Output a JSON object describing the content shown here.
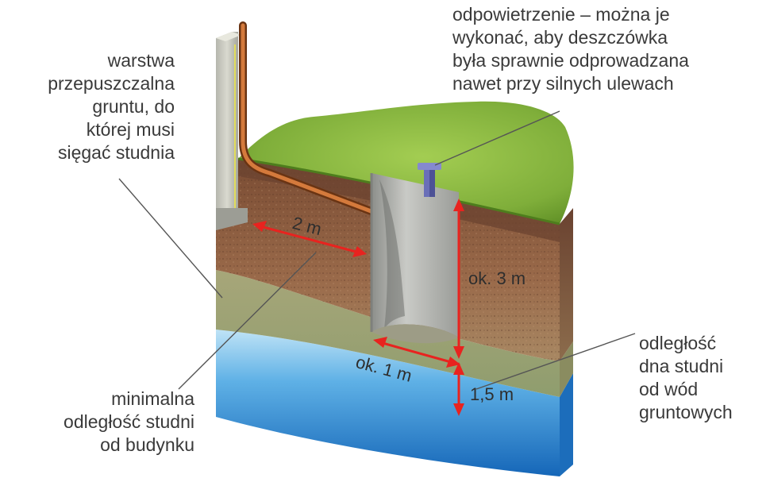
{
  "labels": {
    "vent": {
      "line1": "odpowietrzenie – można je",
      "line2": "wykonać, aby deszczówka",
      "line3": "była sprawnie odprowadzana",
      "line4": "nawet przy silnych ulewach"
    },
    "permeable_layer": {
      "line1": "warstwa",
      "line2": "przepuszczalna",
      "line3": "gruntu, do",
      "line4": "której musi",
      "line5": "sięgać studnia"
    },
    "min_distance": {
      "line1": "minimalna",
      "line2": "odległość studni",
      "line3": "od budynku"
    },
    "groundwater_distance": {
      "line1": "odległość",
      "line2": "dna studni",
      "line3": "od wód",
      "line4": "gruntowych"
    }
  },
  "dimensions": {
    "building_to_well": "2 m",
    "well_depth": "ok. 3 m",
    "well_diameter": "ok. 1 m",
    "bottom_to_groundwater": "1,5 m"
  },
  "colors": {
    "grass": "#7fae3a",
    "soil": "#8b5e3c",
    "permeable_layer": "#9c9a6a",
    "groundwater": "#2f8fd8",
    "arrow": "#e8231f",
    "pipe": "#c0662a",
    "concrete": "#a9aaa6",
    "leader_line": "#555555"
  }
}
